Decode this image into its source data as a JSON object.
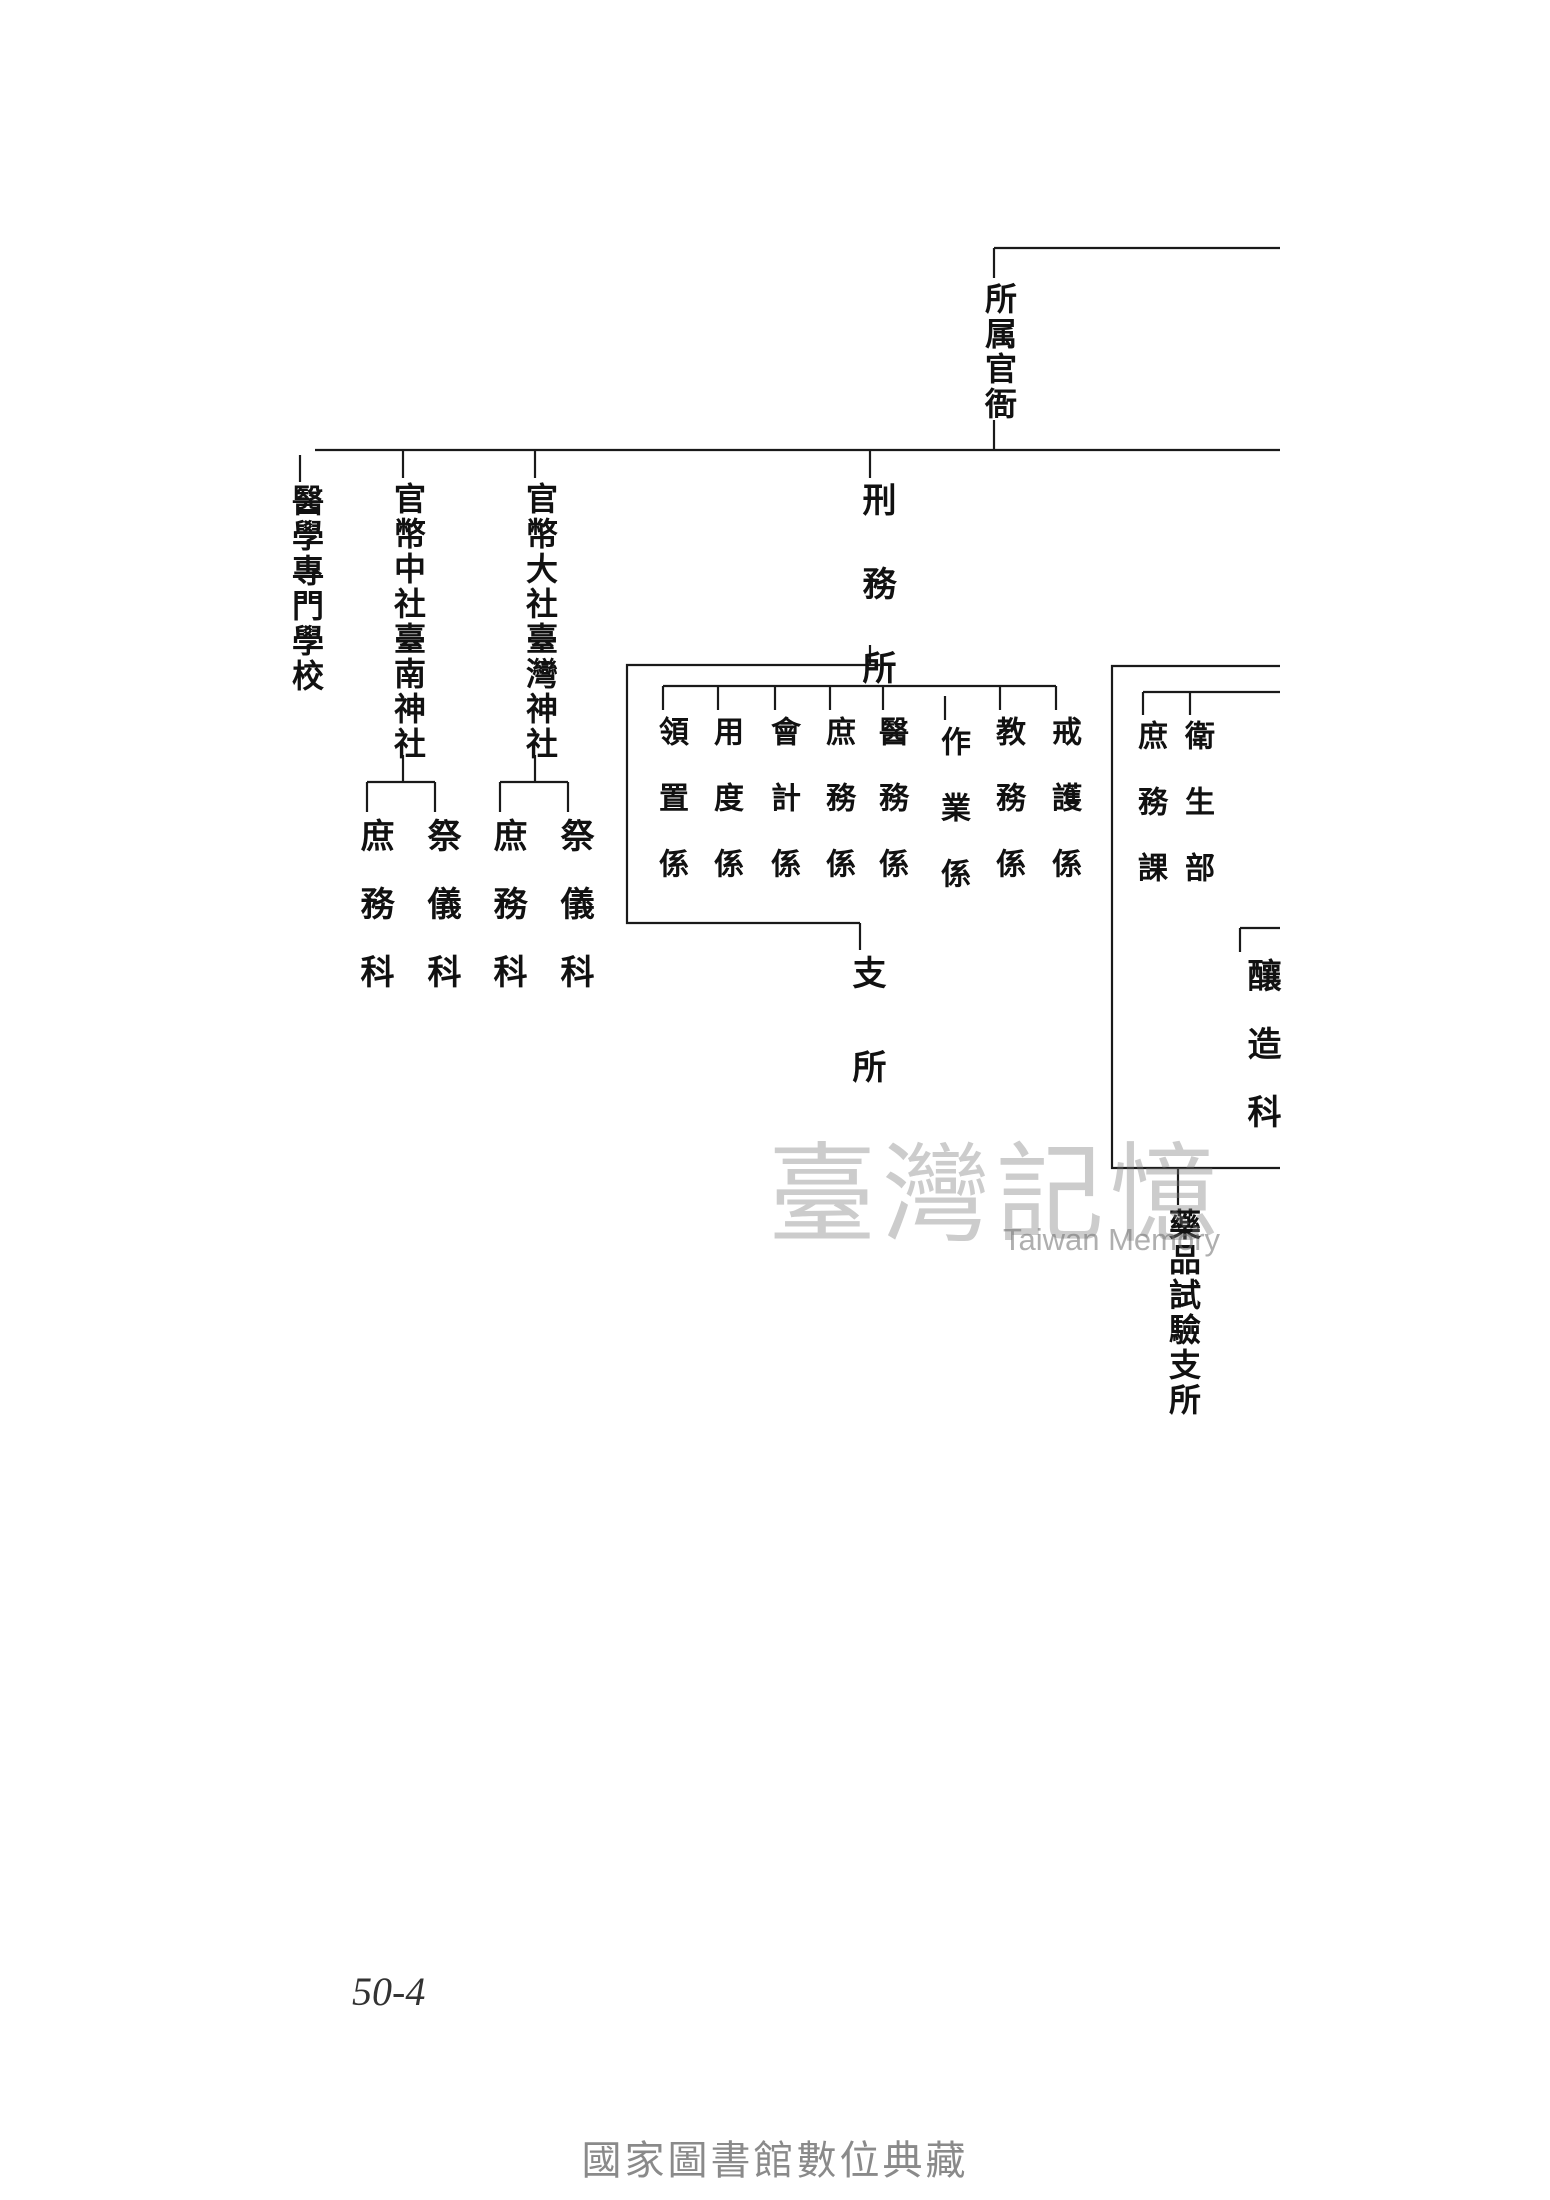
{
  "chart": {
    "top": "所属官衙",
    "school": "醫學專門學校",
    "shrine_mid": "官幣中社臺南神社",
    "shrine_big": "官幣大社臺灣神社",
    "mid_units": [
      "庶務科",
      "祭儀科"
    ],
    "big_units": [
      "庶務科",
      "祭儀科"
    ],
    "prison": "刑務所",
    "prison_units": [
      "領置係",
      "用度係",
      "會計係",
      "庶務係",
      "醫務係",
      "作業係",
      "教務係",
      "戒護係"
    ],
    "branch": "支所",
    "hygiene_units": [
      "庶務課",
      "衛生部"
    ],
    "brewing": "釀造科",
    "drug_branch": "藥品試驗支所"
  },
  "watermark": {
    "cn": "臺灣記憶",
    "en": "Taiwan Memory"
  },
  "page_number": "50-4",
  "footer": "國家圖書館數位典藏"
}
